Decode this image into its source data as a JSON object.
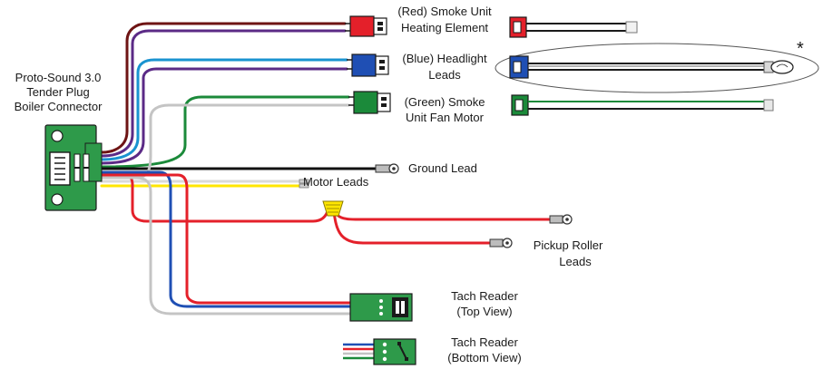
{
  "labels": {
    "boiler_connector": [
      "Proto-Sound 3.0",
      "Tender Plug",
      "Boiler Connector"
    ],
    "smoke_heating": [
      "(Red) Smoke Unit",
      "Heating Element"
    ],
    "headlight": [
      "(Blue) Headlight",
      "Leads"
    ],
    "smoke_fan": [
      "(Green) Smoke",
      "Unit Fan Motor"
    ],
    "ground": "Ground Lead",
    "motor": "Motor Leads",
    "pickup": [
      "Pickup Roller",
      "Leads"
    ],
    "tach_top": [
      "Tach Reader",
      "(Top View)"
    ],
    "tach_bottom": [
      "Tach Reader",
      "(Bottom View)"
    ],
    "asterisk": "*"
  },
  "colors": {
    "red": "#e4202a",
    "blue": "#1f4fb4",
    "green": "#1b8a3a",
    "purple": "#5b2a86",
    "maroon": "#6e1414",
    "cyan": "#1a93d0",
    "gray": "#c4c4c4",
    "black": "#111111",
    "yellow": "#ffe600",
    "board": "#2e9a4a"
  }
}
